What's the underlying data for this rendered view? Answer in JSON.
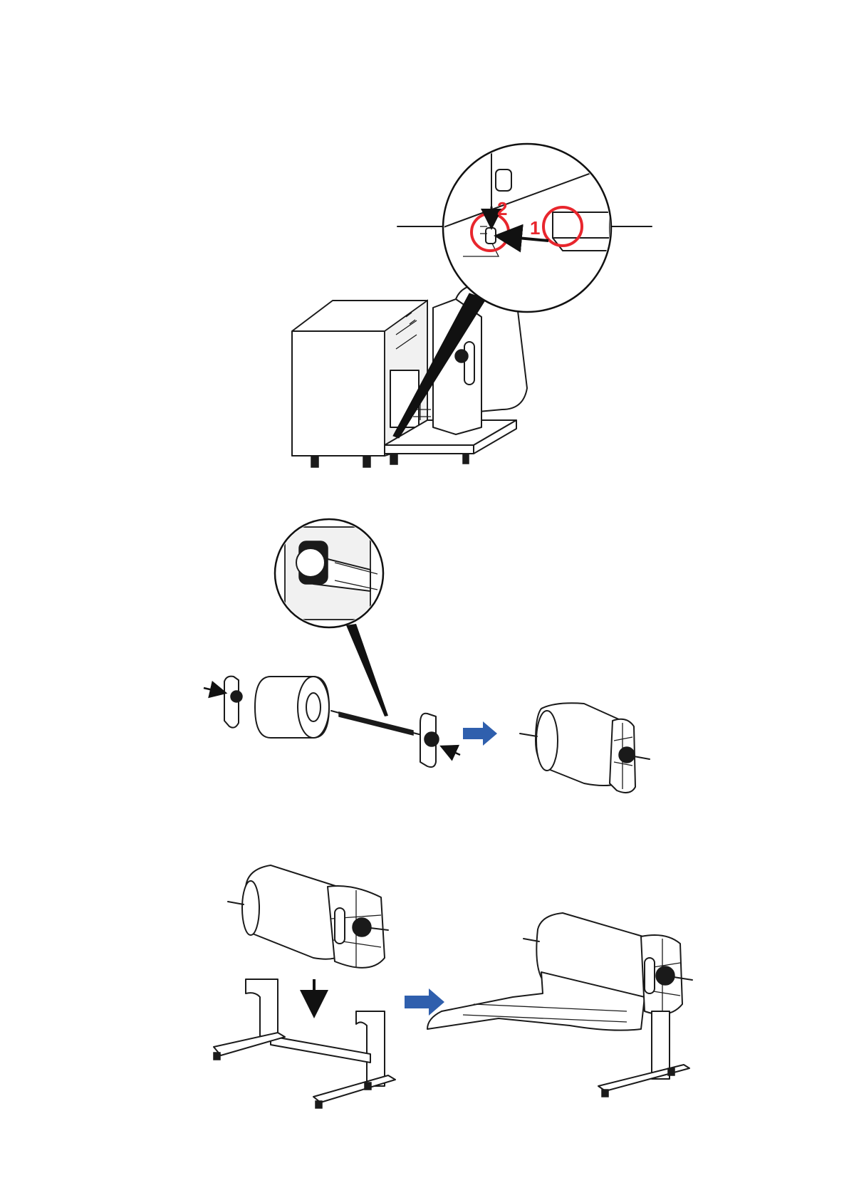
{
  "figure1": {
    "step1_label": "1",
    "step2_label": "2",
    "highlight_color": "#e8262d",
    "arrow_color": "#111111"
  },
  "figure2": {
    "direction_arrow_color": "#2f5fad"
  },
  "figure3": {
    "direction_arrow_color": "#2f5fad"
  },
  "icons": [
    "magnifier-callout",
    "push-arrow",
    "direction-arrow",
    "down-arrow"
  ]
}
